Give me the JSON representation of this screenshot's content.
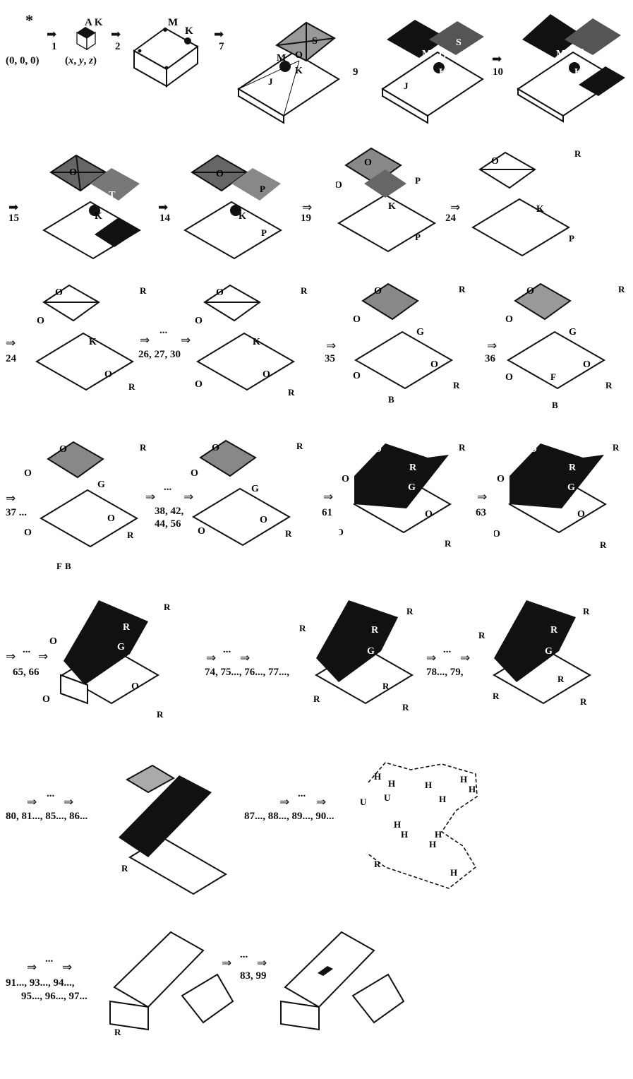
{
  "origin": {
    "star": "*",
    "coords": "(0, 0, 0)",
    "vars": [
      "x",
      "y",
      "z"
    ],
    "corner_labels": "A K"
  },
  "arrows": {
    "single": "➡",
    "double": "⇒",
    "ellipsis": "..."
  },
  "steps": [
    {
      "id": "s1",
      "text": "1"
    },
    {
      "id": "s2",
      "text": "2"
    },
    {
      "id": "s7",
      "text": "7"
    },
    {
      "id": "s9",
      "text": "9"
    },
    {
      "id": "s10",
      "text": "10"
    },
    {
      "id": "s15",
      "text": "15"
    },
    {
      "id": "s14",
      "text": "14"
    },
    {
      "id": "s19",
      "text": "19"
    },
    {
      "id": "s24a",
      "text": "24"
    },
    {
      "id": "s24b",
      "text": "24"
    },
    {
      "id": "s26",
      "text": "26, 27, 30"
    },
    {
      "id": "s35",
      "text": "35"
    },
    {
      "id": "s36",
      "text": "36"
    },
    {
      "id": "s37",
      "text": "37 ..."
    },
    {
      "id": "s38",
      "text": "38, 42,"
    },
    {
      "id": "s44",
      "text": "44, 56"
    },
    {
      "id": "s61",
      "text": "61"
    },
    {
      "id": "s63",
      "text": "63"
    },
    {
      "id": "s65",
      "text": "65, 66"
    },
    {
      "id": "s74",
      "text": "74, 75..., 76..., 77...,"
    },
    {
      "id": "s78",
      "text": "78..., 79,"
    },
    {
      "id": "s80",
      "text": "80, 81..., 85..., 86..."
    },
    {
      "id": "s87",
      "text": "87..., 88..., 89..., 90..."
    },
    {
      "id": "s91a",
      "text": "91..., 93..., 94...,"
    },
    {
      "id": "s91b",
      "text": "95..., 96..., 97..."
    },
    {
      "id": "s83",
      "text": "83, 99"
    }
  ],
  "glyphs": {
    "A": "A",
    "K": "K",
    "M": "M",
    "S": "S",
    "O": "O",
    "J": "J",
    "T": "T",
    "P": "P",
    "R": "R",
    "G": "G",
    "B": "B",
    "F": "F",
    "H": "H",
    "U": "U"
  }
}
